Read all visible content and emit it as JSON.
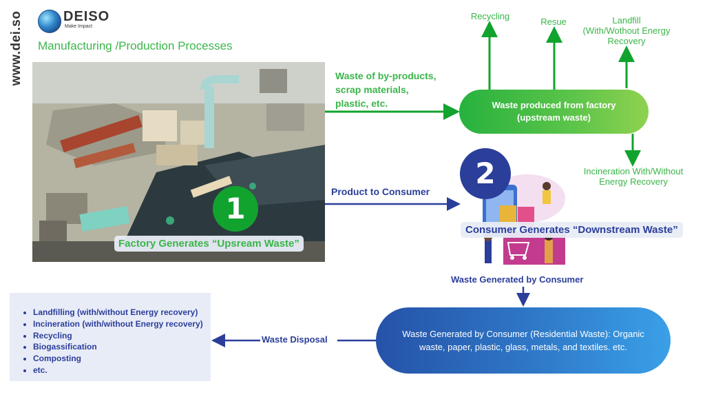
{
  "side_url": "www.dei.so",
  "logo": {
    "name": "DEISO",
    "tagline": "Make Impact"
  },
  "section_title": "Manufacturing /Production Processes",
  "step1": {
    "number": "1",
    "label": "Factory Generates “Upsream Waste”"
  },
  "step2": {
    "number": "2",
    "label": "Consumer Generates “Downstream Waste”"
  },
  "factory_waste": {
    "line1": "Waste of by-products,",
    "line2": "scrap materials,",
    "line3": "plastic, etc."
  },
  "product_to_consumer": "Product to Consumer",
  "upstream_pill": {
    "line1": "Waste produced from factory",
    "line2": "(upstream waste)"
  },
  "upstream_outputs": {
    "recycling": "Recycling",
    "reuse": "Resue",
    "landfill_line1": "Landfill",
    "landfill_line2": "(With/Wothout Energy",
    "landfill_line3": "Recovery",
    "incineration_line1": "Incineration With/Without",
    "incineration_line2": "Energy Recovery"
  },
  "waste_generated_by_consumer": "Waste Generated by Consumer",
  "residential_pill": {
    "line1": "Waste Generated by Consumer (Residential Waste): Organic",
    "line2": "waste, paper, plastic, glass, metals, and textiles. etc."
  },
  "waste_disposal": "Waste Disposal",
  "disposal_methods": [
    "Landfilling (with/without Energy recovery)",
    "Incineration  (with/without Energy recovery)",
    "Recycling",
    "Biogassification",
    "Composting",
    "etc."
  ],
  "colors": {
    "green": "#3bb54a",
    "dark_green": "#11a32e",
    "blue": "#2b3e9a",
    "light_panel": "#e8ecf7"
  }
}
